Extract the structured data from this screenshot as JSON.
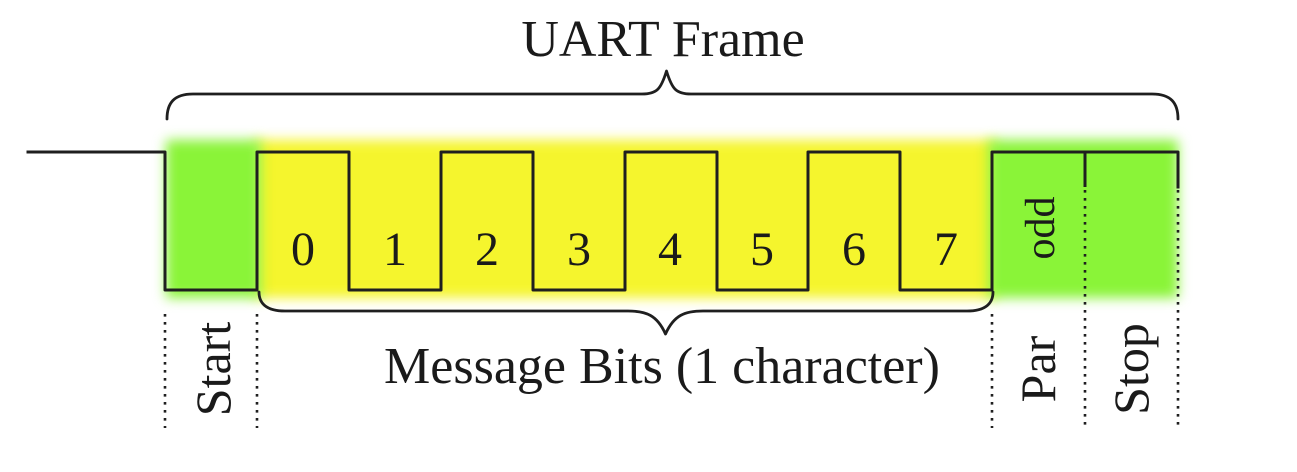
{
  "diagram": {
    "title": "UART Frame",
    "start_bit": {
      "label": "Start"
    },
    "message_bits": {
      "label": "Message Bits (1 character)",
      "bits": [
        "0",
        "1",
        "2",
        "3",
        "4",
        "5",
        "6",
        "7"
      ]
    },
    "parity_bit": {
      "label": "Par",
      "mode": "odd"
    },
    "stop_bit": {
      "label": "Stop"
    },
    "colors": {
      "data_highlight": "#f5f52d",
      "control_highlight": "#8af438",
      "line": "#1f1f1f"
    }
  }
}
